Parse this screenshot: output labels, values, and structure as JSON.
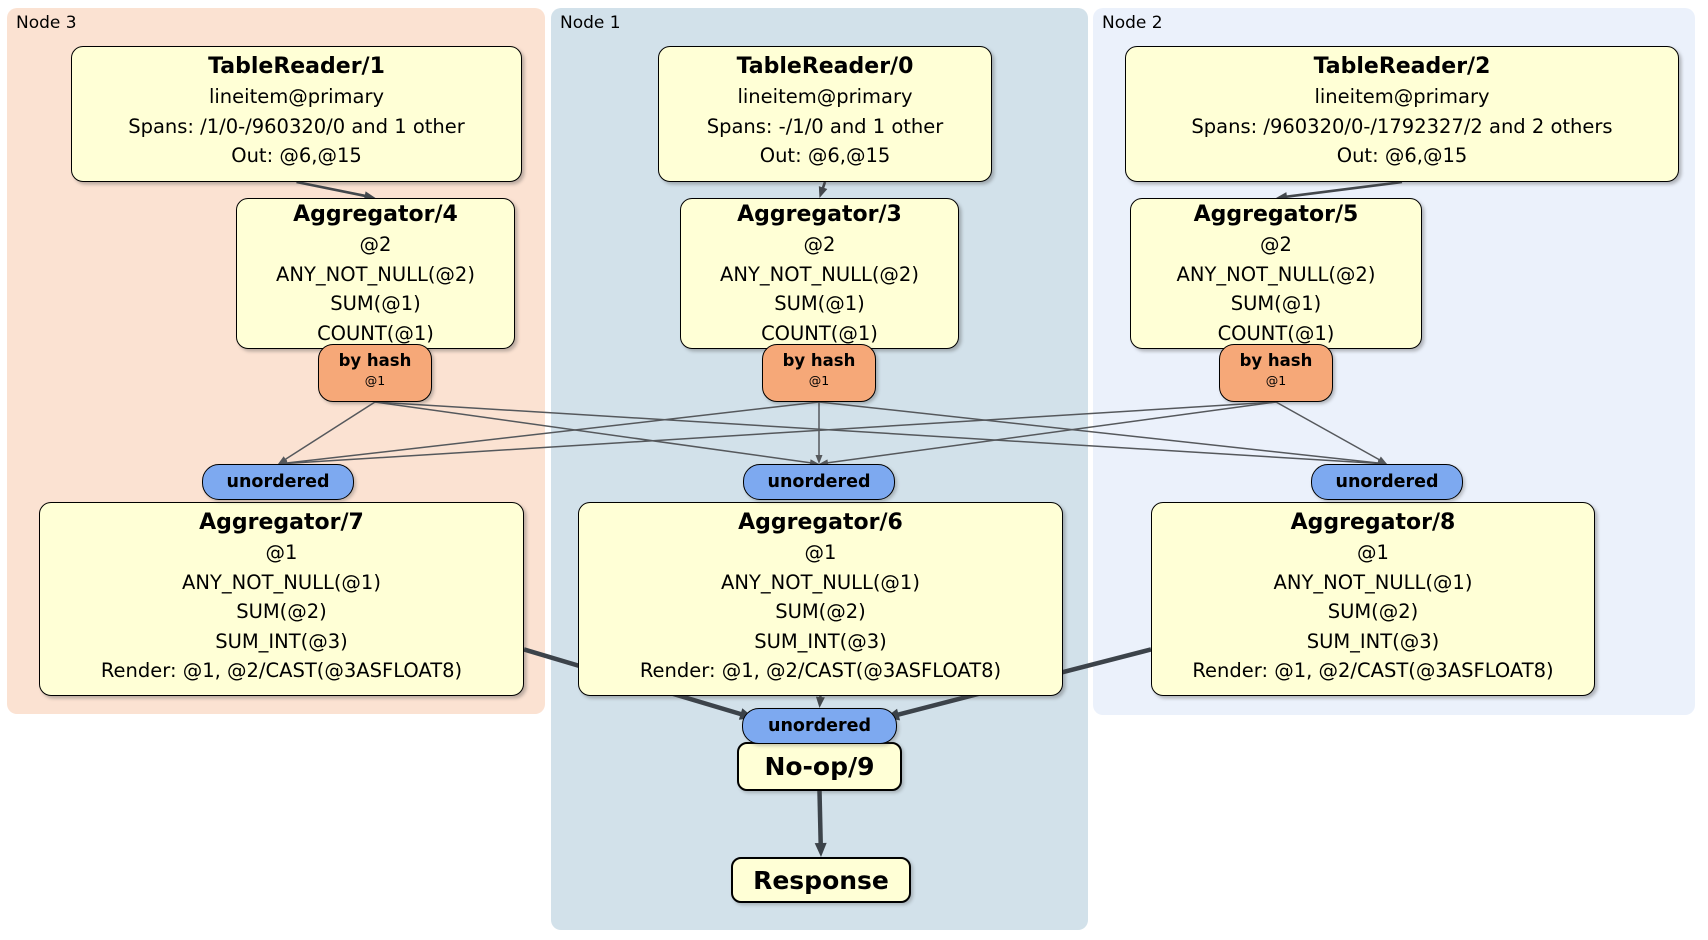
{
  "diagram": {
    "nodes": {
      "node3": {
        "label": "Node 3"
      },
      "node1": {
        "label": "Node 1"
      },
      "node2": {
        "label": "Node 2"
      }
    },
    "processors": {
      "tr1": {
        "title": "TableReader/1",
        "lines": [
          "lineitem@primary",
          "Spans: /1/0-/960320/0 and 1 other",
          "Out: @6,@15"
        ]
      },
      "tr0": {
        "title": "TableReader/0",
        "lines": [
          "lineitem@primary",
          "Spans: -/1/0 and 1 other",
          "Out: @6,@15"
        ]
      },
      "tr2": {
        "title": "TableReader/2",
        "lines": [
          "lineitem@primary",
          "Spans: /960320/0-/1792327/2 and 2 others",
          "Out: @6,@15"
        ]
      },
      "agg4": {
        "title": "Aggregator/4",
        "lines": [
          "@2",
          "ANY_NOT_NULL(@2)",
          "SUM(@1)",
          "COUNT(@1)"
        ]
      },
      "agg3": {
        "title": "Aggregator/3",
        "lines": [
          "@2",
          "ANY_NOT_NULL(@2)",
          "SUM(@1)",
          "COUNT(@1)"
        ]
      },
      "agg5": {
        "title": "Aggregator/5",
        "lines": [
          "@2",
          "ANY_NOT_NULL(@2)",
          "SUM(@1)",
          "COUNT(@1)"
        ]
      },
      "agg7": {
        "title": "Aggregator/7",
        "lines": [
          "@1",
          "ANY_NOT_NULL(@1)",
          "SUM(@2)",
          "SUM_INT(@3)",
          "Render: @1, @2/CAST(@3ASFLOAT8)"
        ]
      },
      "agg6": {
        "title": "Aggregator/6",
        "lines": [
          "@1",
          "ANY_NOT_NULL(@1)",
          "SUM(@2)",
          "SUM_INT(@3)",
          "Render: @1, @2/CAST(@3ASFLOAT8)"
        ]
      },
      "agg8": {
        "title": "Aggregator/8",
        "lines": [
          "@1",
          "ANY_NOT_NULL(@1)",
          "SUM(@2)",
          "SUM_INT(@3)",
          "Render: @1, @2/CAST(@3ASFLOAT8)"
        ]
      },
      "noop": {
        "title": "No-op/9"
      },
      "resp": {
        "title": "Response"
      }
    },
    "routers": {
      "r4": {
        "label": "by hash",
        "key": "@1"
      },
      "r3": {
        "label": "by hash",
        "key": "@1"
      },
      "r5": {
        "label": "by hash",
        "key": "@1"
      }
    },
    "syncs": {
      "s7": {
        "label": "unordered"
      },
      "s6": {
        "label": "unordered"
      },
      "s8": {
        "label": "unordered"
      },
      "sf": {
        "label": "unordered"
      }
    },
    "edges": [
      {
        "from": "tr1",
        "to": "agg4",
        "fa": "bottom",
        "ta": "top",
        "style": "med"
      },
      {
        "from": "tr0",
        "to": "agg3",
        "fa": "bottom",
        "ta": "top",
        "style": "med"
      },
      {
        "from": "tr2",
        "to": "agg5",
        "fa": "bottom",
        "ta": "top",
        "style": "med"
      },
      {
        "from": "r4",
        "to": "s7",
        "fa": "bottom",
        "ta": "top",
        "style": "thin"
      },
      {
        "from": "r4",
        "to": "s6",
        "fa": "bottom",
        "ta": "top",
        "style": "thin"
      },
      {
        "from": "r4",
        "to": "s8",
        "fa": "bottom",
        "ta": "top",
        "style": "thin"
      },
      {
        "from": "r3",
        "to": "s7",
        "fa": "bottom",
        "ta": "top",
        "style": "thin"
      },
      {
        "from": "r3",
        "to": "s6",
        "fa": "bottom",
        "ta": "top",
        "style": "thin"
      },
      {
        "from": "r3",
        "to": "s8",
        "fa": "bottom",
        "ta": "top",
        "style": "thin"
      },
      {
        "from": "r5",
        "to": "s7",
        "fa": "bottom",
        "ta": "top",
        "style": "thin"
      },
      {
        "from": "r5",
        "to": "s6",
        "fa": "bottom",
        "ta": "top",
        "style": "thin"
      },
      {
        "from": "r5",
        "to": "s8",
        "fa": "bottom",
        "ta": "top",
        "style": "thin"
      },
      {
        "from": "agg7",
        "to": "sf",
        "fa": "rightMid",
        "ta": "topLeft",
        "style": "thick"
      },
      {
        "from": "agg6",
        "to": "sf",
        "fa": "bottom",
        "ta": "top",
        "style": "med"
      },
      {
        "from": "agg8",
        "to": "sf",
        "fa": "leftMid",
        "ta": "topRight",
        "style": "thick"
      },
      {
        "from": "noop",
        "to": "resp",
        "fa": "bottom",
        "ta": "top",
        "style": "thick"
      }
    ],
    "colors": {
      "node3_bg": "#fbe2d2",
      "node1_bg": "#d2e1ea",
      "node2_bg": "#ebf1fb",
      "box_fill": "#ffffd6",
      "router_fill": "#f6a878",
      "sync_fill": "#7da9f0",
      "edge_thin": "#55585c",
      "edge_med": "#43484d",
      "edge_thick": "#3c434a"
    }
  }
}
